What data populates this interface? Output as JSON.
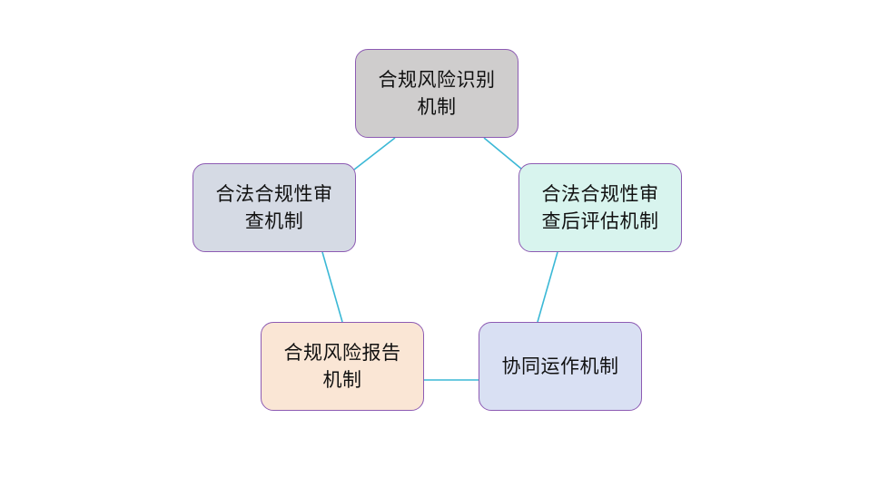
{
  "diagram": {
    "nodes": [
      {
        "id": "identify",
        "text": "合规风险识别机制",
        "fill": "#cfcdcd"
      },
      {
        "id": "review",
        "text": "合法合规性审查机制",
        "fill": "#d5dae4"
      },
      {
        "id": "post",
        "text": "合法合规性审查后评估机制",
        "fill": "#d8f4ee"
      },
      {
        "id": "report",
        "text": "合规风险报告机制",
        "fill": "#fae6d5"
      },
      {
        "id": "collab",
        "text": "协同运作机制",
        "fill": "#d9e0f3"
      }
    ],
    "edges": [
      [
        "identify",
        "review"
      ],
      [
        "identify",
        "post"
      ],
      [
        "review",
        "report"
      ],
      [
        "post",
        "collab"
      ],
      [
        "report",
        "collab"
      ]
    ],
    "colors": {
      "border": "#8d5bb3",
      "connector": "#3bb8d6",
      "text": "#111111"
    }
  }
}
